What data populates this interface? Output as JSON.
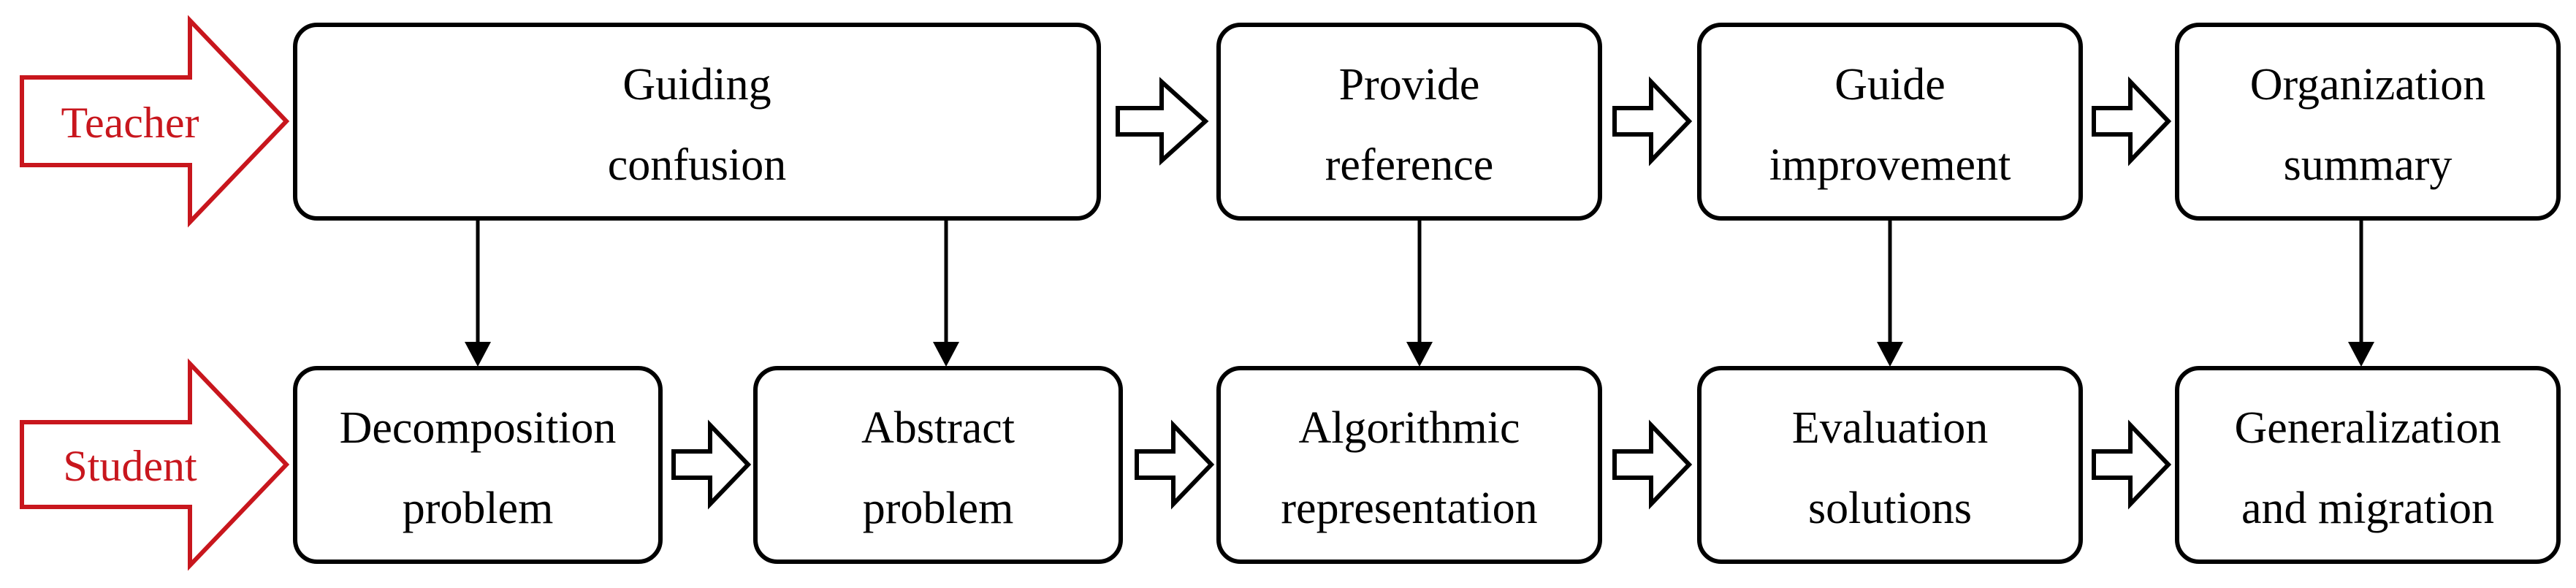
{
  "colors": {
    "role_accent": "#c8161d",
    "line": "#000000",
    "box_fill": "#ffffff"
  },
  "roles": {
    "teacher": "Teacher",
    "student": "Student"
  },
  "teacher_steps": [
    {
      "id": "guiding-confusion",
      "lines": [
        "Guiding",
        "confusion"
      ]
    },
    {
      "id": "provide-reference",
      "lines": [
        "Provide",
        "reference"
      ]
    },
    {
      "id": "guide-improvement",
      "lines": [
        "Guide",
        "improvement"
      ]
    },
    {
      "id": "organization-summary",
      "lines": [
        "Organization",
        "summary"
      ]
    }
  ],
  "student_steps": [
    {
      "id": "decomposition-problem",
      "lines": [
        "Decomposition",
        "problem"
      ]
    },
    {
      "id": "abstract-problem",
      "lines": [
        "Abstract",
        "problem"
      ]
    },
    {
      "id": "algorithmic-representation",
      "lines": [
        "Algorithmic",
        "representation"
      ]
    },
    {
      "id": "evaluation-solutions",
      "lines": [
        "Evaluation",
        "solutions"
      ]
    },
    {
      "id": "generalization-and-migration",
      "lines": [
        "Generalization",
        "and migration"
      ]
    }
  ]
}
